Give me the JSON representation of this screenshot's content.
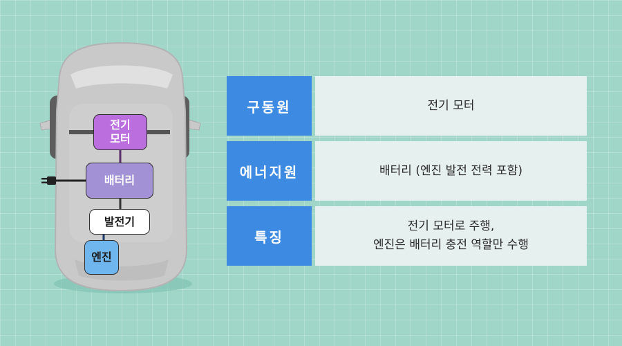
{
  "diagram": {
    "components": {
      "motor": [
        "전기",
        "모터"
      ],
      "battery": "배터리",
      "generator": "발전기",
      "engine": "엔진"
    }
  },
  "table": {
    "rows": [
      {
        "label": "구동원",
        "value": [
          "전기 모터"
        ]
      },
      {
        "label": "에너지원",
        "value": [
          "배터리 (엔진 발전 전력 포함)"
        ]
      },
      {
        "label": "특징",
        "value": [
          "전기 모터로 주행,",
          "엔진은 배터리 충전 역할만 수행"
        ]
      }
    ]
  },
  "colors": {
    "background": "#9fd6c8",
    "label_fill": "#3d8ae3",
    "value_fill": "#e6f0ee",
    "motor": "#bb6fdf",
    "battery": "#a291d5",
    "generator": "#ffffff",
    "engine": "#6fb5ee",
    "car_body": "#c9c9c9"
  }
}
